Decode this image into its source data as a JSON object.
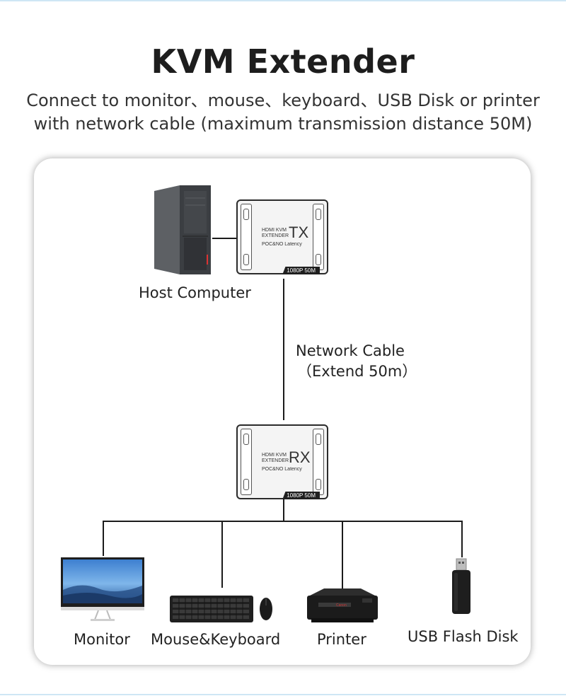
{
  "title": "KVM Extender",
  "subtitle_line1": "Connect to monitor、mouse、keyboard、USB Disk or printer",
  "subtitle_line2": "with network cable (maximum transmission distance 50M)",
  "host": {
    "label": "Host Computer"
  },
  "tx": {
    "line1": "HDMI KVM",
    "line2": "EXTENDER",
    "mode": "TX",
    "poc": "POC&NO Latency",
    "spec": "1080P  50M"
  },
  "cable": {
    "line1": "Network Cable",
    "line2": "（Extend 50m）"
  },
  "rx": {
    "line1": "HDMI KVM",
    "line2": "EXTENDER",
    "mode": "RX",
    "poc": "POC&NO Latency",
    "spec": "1080P  50M"
  },
  "devices": {
    "monitor": "Monitor",
    "mouse_keyboard": "Mouse&Keyboard",
    "printer": "Printer",
    "usb": "USB Flash Disk"
  },
  "colors": {
    "line": "#1b1b1b",
    "panel_border": "#cccccc",
    "accent_top": "#cfe6f5"
  },
  "icons": [
    "pc-tower-icon",
    "monitor-icon",
    "keyboard-icon",
    "mouse-icon",
    "printer-icon",
    "usb-flash-icon"
  ]
}
